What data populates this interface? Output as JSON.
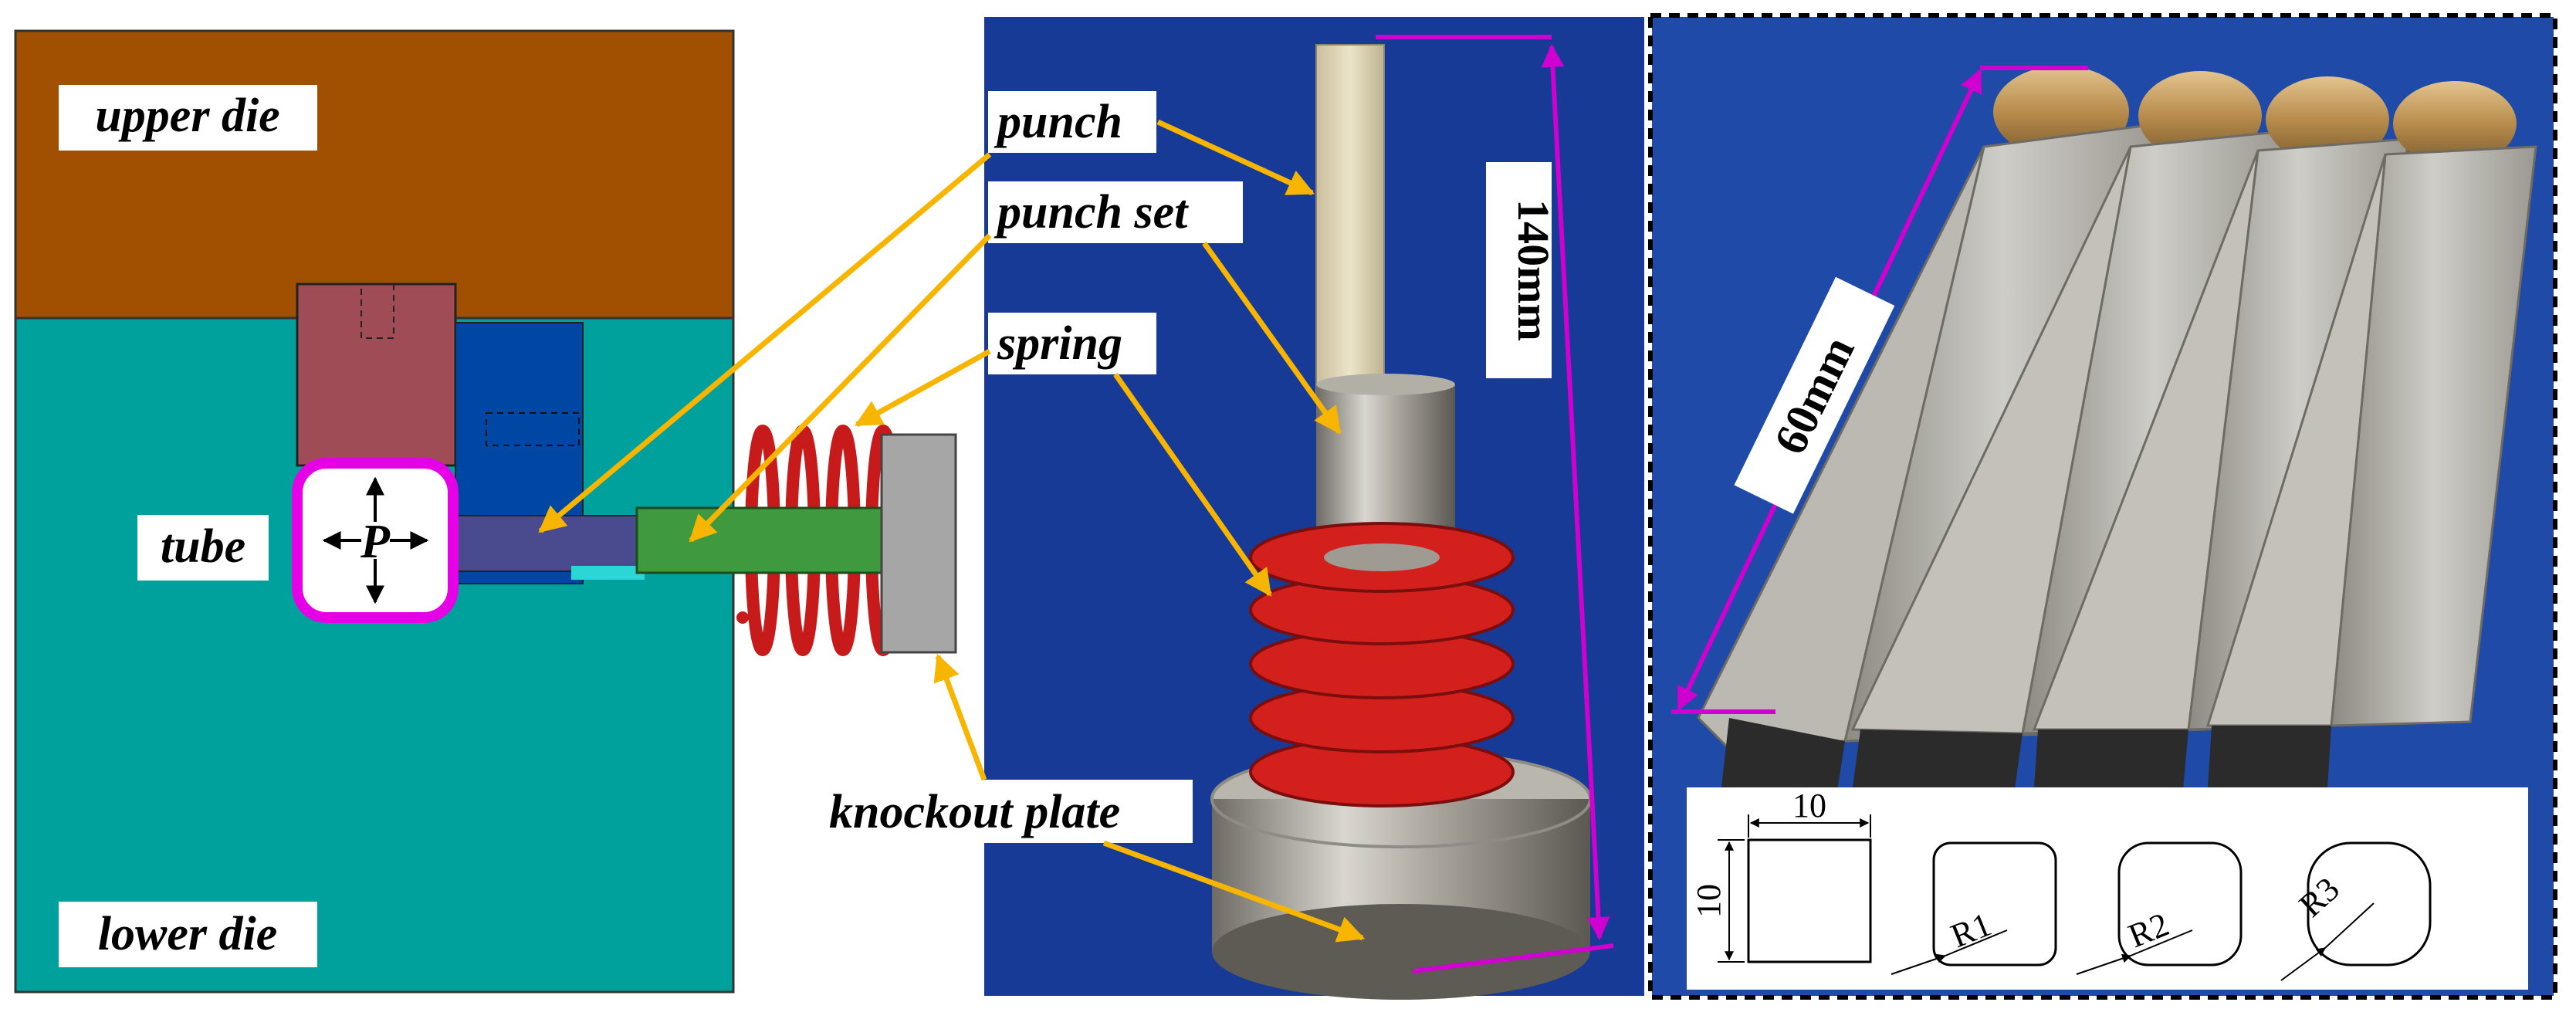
{
  "schematic": {
    "labels": {
      "upper_die": "upper die",
      "lower_die": "lower die",
      "tube": "tube",
      "pressure": "P"
    }
  },
  "photo": {
    "labels": {
      "punch": "punch",
      "punch_set": "punch set",
      "spring": "spring",
      "knockout_plate": "knockout plate",
      "height": "140mm"
    }
  },
  "punches_photo": {
    "length": "60mm",
    "section_side": "10",
    "section_height": "10",
    "radius_1": "R1",
    "radius_2": "R2",
    "radius_3": "R3"
  },
  "colors": {
    "upper_die": "#a05000",
    "lower_die": "#00a09c",
    "punch_red": "#a04c56",
    "slider_blue": "#0047a3",
    "punch_rod": "#4a4a8e",
    "punch_set_green": "#3f9a3f",
    "spring_red": "#c71a1a",
    "knockout_grey": "#a6a6a6",
    "tube_outline": "#e600e6",
    "leader_arrow": "#f7b500",
    "dimension_magenta": "#d000d0",
    "photo_bg": "#1a3f9e"
  }
}
